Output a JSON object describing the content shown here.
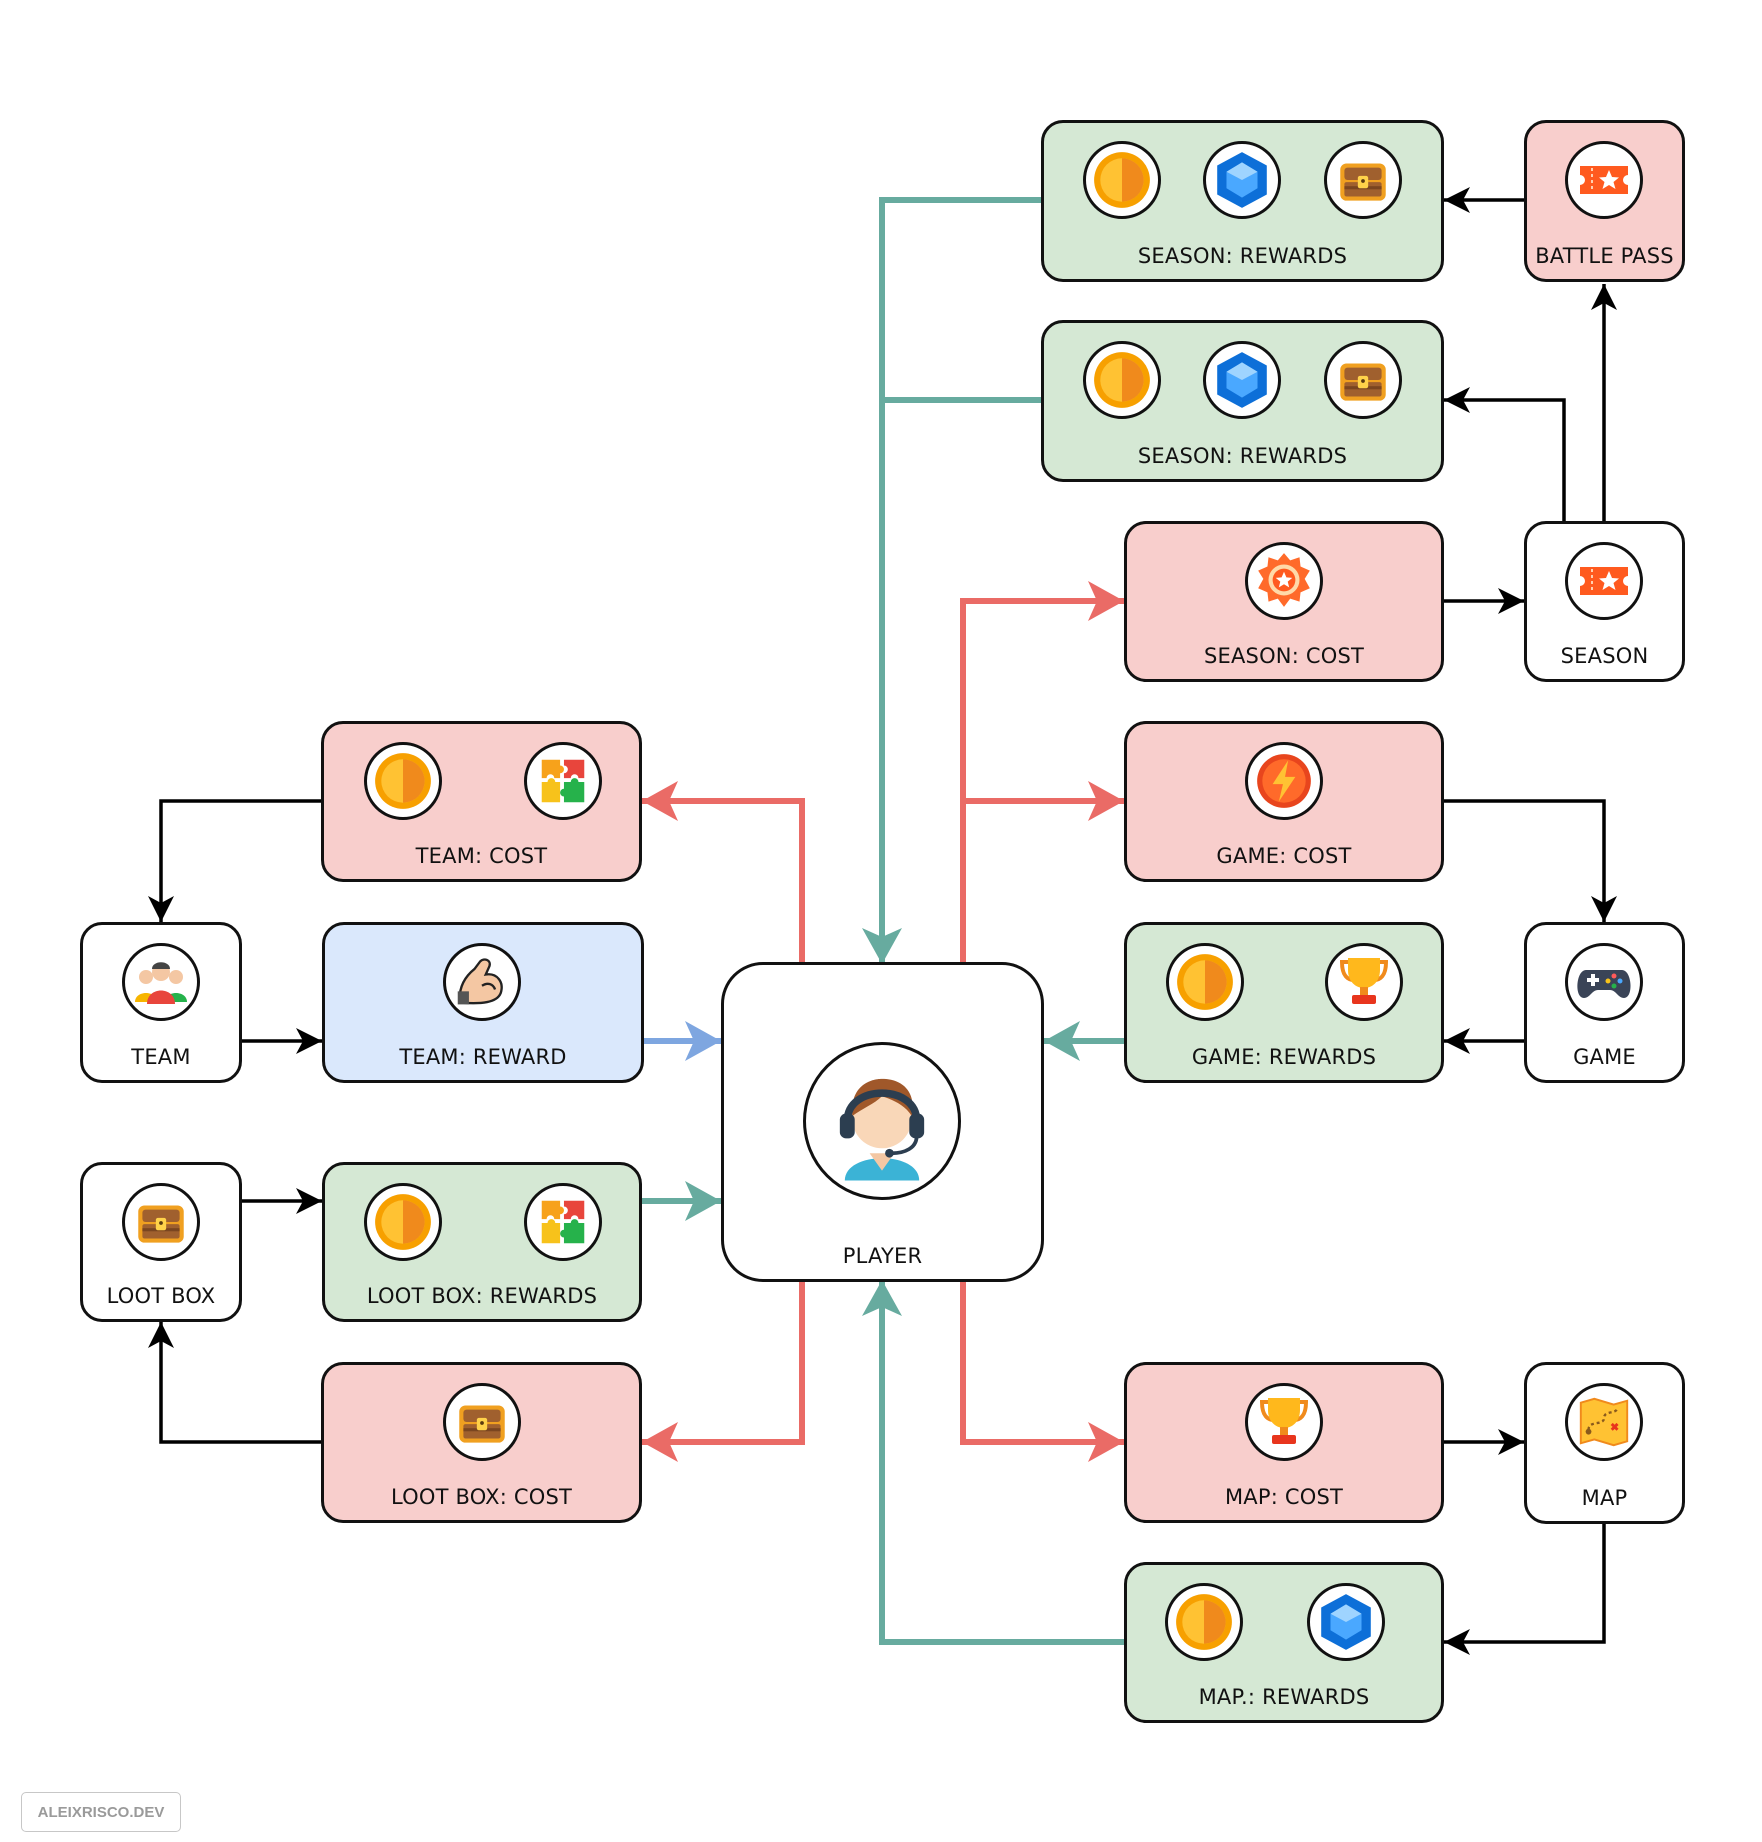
{
  "colors": {
    "reward_fill": "#d5e8d4",
    "cost_fill": "#f8cecc",
    "team_reward_fill": "#dae8fc",
    "entity_fill": "#ffffff",
    "reward_link": "#67ab9f",
    "cost_link": "#ea6b66",
    "team_link": "#7ea6e0",
    "flow_link": "#000000"
  },
  "nodes": {
    "season_rewards_top": {
      "label": "SEASON: REWARDS",
      "icons": [
        "coin-icon",
        "gem-icon",
        "chest-icon"
      ]
    },
    "battle_pass": {
      "label": "BATTLE PASS",
      "icons": [
        "ticket-icon"
      ]
    },
    "season_rewards_second": {
      "label": "SEASON: REWARDS",
      "icons": [
        "coin-icon",
        "gem-icon",
        "chest-icon"
      ]
    },
    "season_cost": {
      "label": "SEASON: COST",
      "icons": [
        "star-badge-icon"
      ]
    },
    "season": {
      "label": "SEASON",
      "icons": [
        "ticket-icon"
      ]
    },
    "team_cost": {
      "label": "TEAM: COST",
      "icons": [
        "coin-icon",
        "puzzle-icon"
      ]
    },
    "game_cost": {
      "label": "GAME: COST",
      "icons": [
        "energy-icon"
      ]
    },
    "team": {
      "label": "TEAM",
      "icons": [
        "team-icon"
      ]
    },
    "team_reward": {
      "label": "TEAM: REWARD",
      "icons": [
        "muscle-icon"
      ]
    },
    "player": {
      "label": "PLAYER",
      "icons": [
        "player-headset-icon"
      ]
    },
    "game_rewards": {
      "label": "GAME: REWARDS",
      "icons": [
        "coin-icon",
        "trophy-icon"
      ]
    },
    "game": {
      "label": "GAME",
      "icons": [
        "gamepad-icon"
      ]
    },
    "loot_box": {
      "label": "LOOT BOX",
      "icons": [
        "chest-icon"
      ]
    },
    "loot_box_rewards": {
      "label": "LOOT BOX: REWARDS",
      "icons": [
        "coin-icon",
        "puzzle-icon"
      ]
    },
    "loot_box_cost": {
      "label": "LOOT BOX: COST",
      "icons": [
        "chest-icon"
      ]
    },
    "map_cost": {
      "label": "MAP: COST",
      "icons": [
        "trophy-icon"
      ]
    },
    "map": {
      "label": "MAP",
      "icons": [
        "map-icon"
      ]
    },
    "map_rewards": {
      "label": "MAP.: REWARDS",
      "icons": [
        "coin-icon",
        "gem-icon"
      ]
    }
  },
  "edges": [
    {
      "from": "season_rewards_top",
      "to": "player",
      "kind": "reward"
    },
    {
      "from": "season_rewards_second",
      "to": "player",
      "kind": "reward"
    },
    {
      "from": "game_rewards",
      "to": "player",
      "kind": "reward"
    },
    {
      "from": "loot_box_rewards",
      "to": "player",
      "kind": "reward"
    },
    {
      "from": "map_rewards",
      "to": "player",
      "kind": "reward"
    },
    {
      "from": "team_reward",
      "to": "player",
      "kind": "team"
    },
    {
      "from": "player",
      "to": "season_cost",
      "kind": "cost"
    },
    {
      "from": "player",
      "to": "game_cost",
      "kind": "cost"
    },
    {
      "from": "player",
      "to": "team_cost",
      "kind": "cost"
    },
    {
      "from": "player",
      "to": "loot_box_cost",
      "kind": "cost"
    },
    {
      "from": "player",
      "to": "map_cost",
      "kind": "cost"
    },
    {
      "from": "battle_pass",
      "to": "season_rewards_top",
      "kind": "flow"
    },
    {
      "from": "season",
      "to": "battle_pass",
      "kind": "flow"
    },
    {
      "from": "season",
      "to": "season_rewards_second",
      "kind": "flow"
    },
    {
      "from": "season_cost",
      "to": "season",
      "kind": "flow"
    },
    {
      "from": "game_cost",
      "to": "game",
      "kind": "flow"
    },
    {
      "from": "game",
      "to": "game_rewards",
      "kind": "flow"
    },
    {
      "from": "team_cost",
      "to": "team",
      "kind": "flow"
    },
    {
      "from": "team",
      "to": "team_reward",
      "kind": "flow"
    },
    {
      "from": "loot_box",
      "to": "loot_box_rewards",
      "kind": "flow"
    },
    {
      "from": "loot_box_cost",
      "to": "loot_box",
      "kind": "flow"
    },
    {
      "from": "map_cost",
      "to": "map",
      "kind": "flow"
    },
    {
      "from": "map",
      "to": "map_rewards",
      "kind": "flow"
    }
  ],
  "watermark": "ALEIXRISCO.DEV"
}
